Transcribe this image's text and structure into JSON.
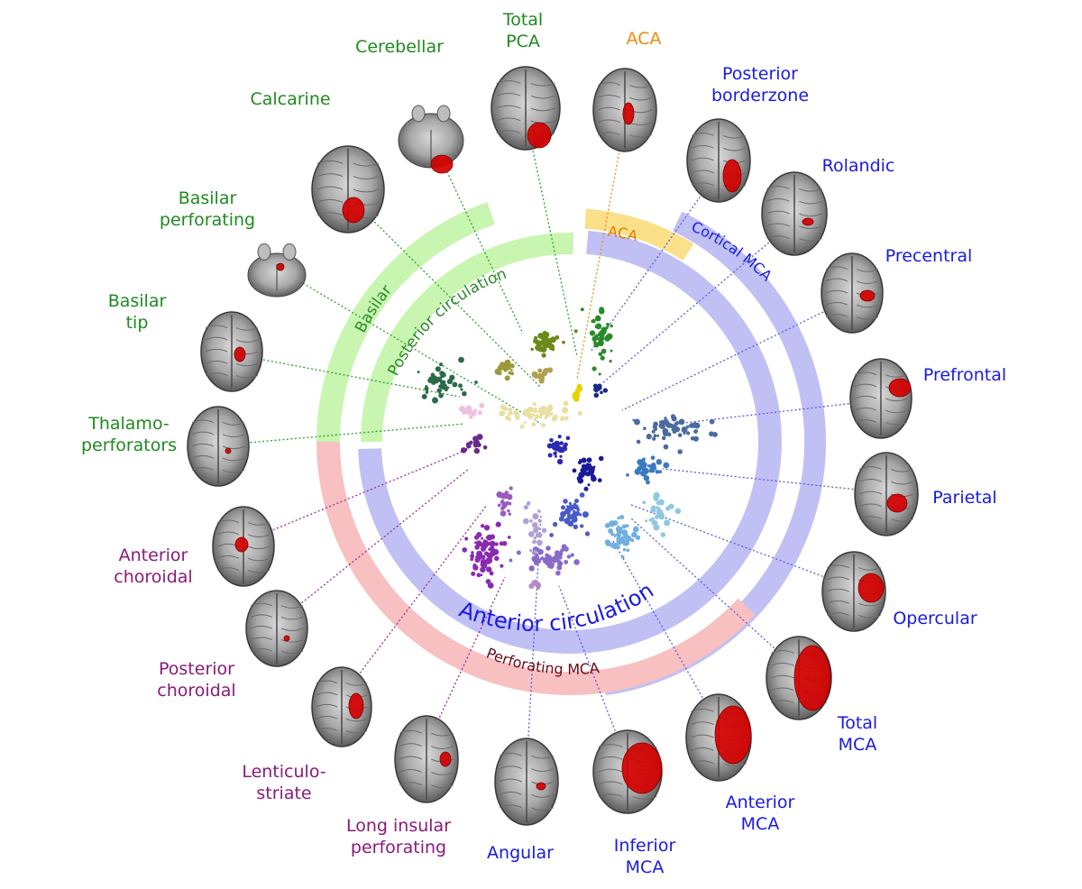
{
  "colors": {
    "posterior": "#1f8a1f",
    "aca": "#f08a10",
    "anterior": "#1a1ae0",
    "perforating": "#8a1a7a",
    "band_green": "#c8f5b0",
    "band_yellow": "#fbe08a",
    "band_blue": "#c0c0f5",
    "band_red": "#f8c0c0"
  },
  "bands": {
    "basilar": "Basilar",
    "posterior_circulation": "Posterior circulation",
    "aca": "ACA",
    "cortical_mca": "Cortical MCA",
    "anterior_circulation": "Anterior circulation",
    "perforating_mca": "Perforating MCA"
  },
  "territories": [
    {
      "id": "cerebellar",
      "text": "Cerebellar",
      "group": "green",
      "icon": "brain-slice-icon"
    },
    {
      "id": "total-pca",
      "text": "Total\nPCA",
      "group": "green",
      "icon": "brain-slice-icon"
    },
    {
      "id": "aca",
      "text": "ACA",
      "group": "orange",
      "icon": "brain-slice-icon"
    },
    {
      "id": "posterior-borderzone",
      "text": "Posterior\nborderzone",
      "group": "blue",
      "icon": "brain-slice-icon"
    },
    {
      "id": "rolandic",
      "text": "Rolandic",
      "group": "blue",
      "icon": "brain-slice-icon"
    },
    {
      "id": "precentral",
      "text": "Precentral",
      "group": "blue",
      "icon": "brain-slice-icon"
    },
    {
      "id": "prefrontal",
      "text": "Prefrontal",
      "group": "blue",
      "icon": "brain-slice-icon"
    },
    {
      "id": "parietal",
      "text": "Parietal",
      "group": "blue",
      "icon": "brain-slice-icon"
    },
    {
      "id": "opercular",
      "text": "Opercular",
      "group": "blue",
      "icon": "brain-slice-icon"
    },
    {
      "id": "total-mca",
      "text": "Total\nMCA",
      "group": "blue",
      "icon": "brain-slice-icon"
    },
    {
      "id": "anterior-mca",
      "text": "Anterior\nMCA",
      "group": "blue",
      "icon": "brain-slice-icon"
    },
    {
      "id": "inferior-mca",
      "text": "Inferior\nMCA",
      "group": "blue",
      "icon": "brain-slice-icon"
    },
    {
      "id": "angular",
      "text": "Angular",
      "group": "blue",
      "icon": "brain-slice-icon"
    },
    {
      "id": "long-insular",
      "text": "Long insular\nperforating",
      "group": "purple",
      "icon": "brain-slice-icon"
    },
    {
      "id": "lenticulostriate",
      "text": "Lenticulo-\nstriate",
      "group": "purple",
      "icon": "brain-slice-icon"
    },
    {
      "id": "posterior-choroidal",
      "text": "Posterior\nchoroidal",
      "group": "purple",
      "icon": "brain-slice-icon"
    },
    {
      "id": "anterior-choroidal",
      "text": "Anterior\nchoroidal",
      "group": "purple",
      "icon": "brain-slice-icon"
    },
    {
      "id": "thalamoperforators",
      "text": "Thalamo-\nperforators",
      "group": "green",
      "icon": "brain-slice-icon"
    },
    {
      "id": "basilar-tip",
      "text": "Basilar\ntip",
      "group": "green",
      "icon": "brain-slice-icon"
    },
    {
      "id": "basilar-perforating",
      "text": "Basilar\nperforating",
      "group": "green",
      "icon": "brain-slice-icon"
    },
    {
      "id": "calcarine",
      "text": "Calcarine",
      "group": "green",
      "icon": "brain-slice-icon"
    }
  ]
}
